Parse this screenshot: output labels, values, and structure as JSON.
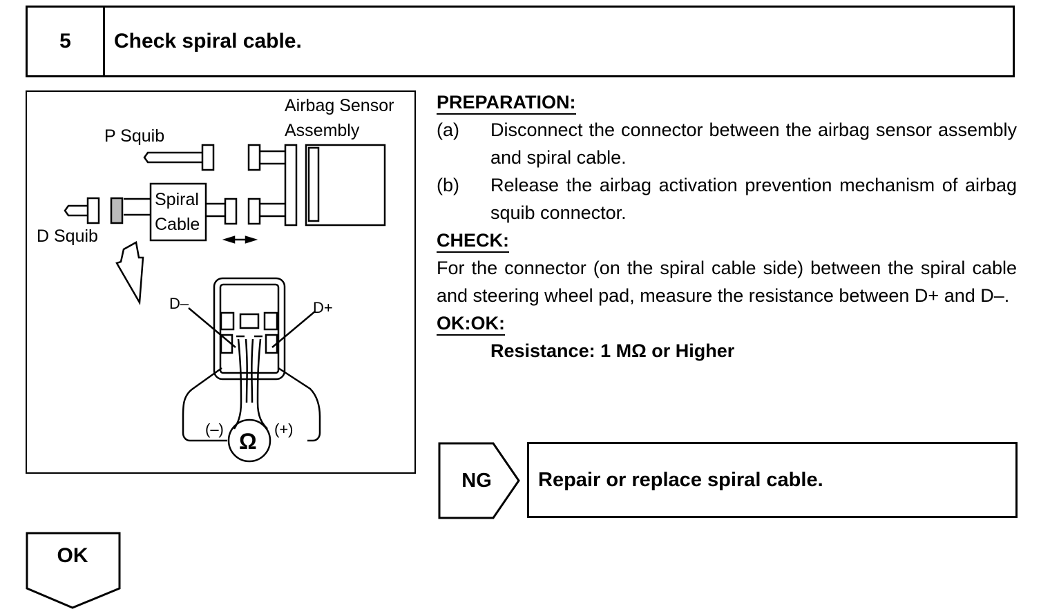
{
  "header": {
    "step_number": "5",
    "title": "Check spiral cable."
  },
  "figure": {
    "labels": {
      "airbag_sensor_line1": "Airbag Sensor",
      "airbag_sensor_line2": "Assembly",
      "p_squib": "P Squib",
      "d_squib": "D Squib",
      "spiral_line1": "Spiral",
      "spiral_line2": "Cable",
      "d_minus": "D–",
      "d_plus": "D+",
      "meter_minus": "(–)",
      "meter_plus": "(+)",
      "ohm_symbol": "Ω"
    }
  },
  "preparation": {
    "heading": "PREPARATION:",
    "steps": [
      {
        "mark": "(a)",
        "text": "Disconnect the connector between the airbag sensor assembly and spiral cable."
      },
      {
        "mark": "(b)",
        "text": "Release the airbag activation prevention mechanism of airbag squib connector."
      }
    ]
  },
  "check": {
    "heading": "CHECK:",
    "text": "For the connector (on the spiral cable side) between the spiral cable and steering wheel pad, measure the resistance between D+ and D–."
  },
  "ok": {
    "heading": "OK:OK:",
    "spec": "Resistance: 1 MΩ or Higher"
  },
  "ng_branch": {
    "label": "NG",
    "action": "Repair or replace spiral cable."
  },
  "ok_branch": {
    "label": "OK"
  }
}
